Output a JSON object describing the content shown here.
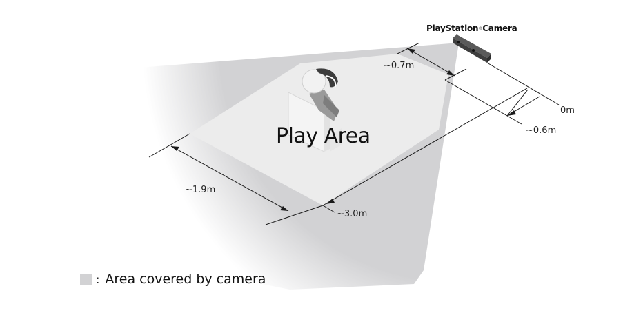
{
  "diagram": {
    "camera_label": "PlayStation",
    "camera_label_reg": "®",
    "camera_label_suffix": "Camera",
    "center_label": "Play Area",
    "dimensions": {
      "front_gap": "~0.7m",
      "camera_origin": "0m",
      "min_distance": "~0.6m",
      "width": "~1.9m",
      "depth": "~3.0m"
    },
    "legend": {
      "colon": ":",
      "text": "Area covered by camera"
    },
    "colors": {
      "coverage": "#d2d2d4",
      "play_area": "#ececec",
      "camera_body": "#4a4a4a",
      "lines": "#1a1a1a"
    }
  }
}
